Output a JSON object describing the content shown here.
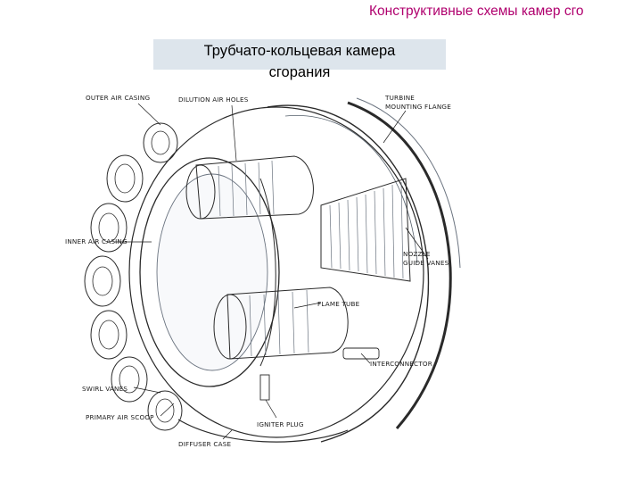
{
  "slide": {
    "header": "Конструктивные схемы камер сго",
    "title_line1": "Трубчато-кольцевая камера",
    "title_line2": "сгорания"
  },
  "diagram": {
    "labels": {
      "outer_air_casing": "OUTER AIR CASING",
      "dilution_air_holes": "DILUTION AIR HOLES",
      "turbine_mounting_flange_1": "TURBINE",
      "turbine_mounting_flange_2": "MOUNTING FLANGE",
      "inner_air_casing": "INNER AIR CASING",
      "nozzle_guide_vanes_1": "NOZZLE",
      "nozzle_guide_vanes_2": "GUIDE VANES",
      "flame_tube": "FLAME TUBE",
      "interconnector": "INTERCONNECTOR",
      "swirl_vanes": "SWIRL VANES",
      "primary_air_scoop": "PRIMARY AIR SCOOP",
      "igniter_plug": "IGNITER PLUG",
      "diffuser_case": "DIFFUSER CASE"
    }
  }
}
